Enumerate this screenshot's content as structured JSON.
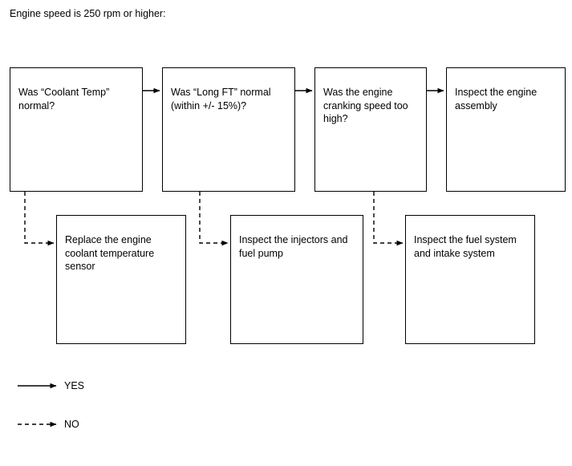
{
  "diagram": {
    "title": "Engine speed is 250 rpm or higher:",
    "type": "flowchart",
    "question_nodes": [
      {
        "id": "q1",
        "text": "Was “Coolant Temp” normal?"
      },
      {
        "id": "q2",
        "text": "Was “Long FT” normal (within +/- 15%)?"
      },
      {
        "id": "q3",
        "text": "Was the engine cranking speed too high?"
      }
    ],
    "terminal_nodes": [
      {
        "id": "t1",
        "text": "Inspect the engine assembly"
      }
    ],
    "action_nodes": [
      {
        "id": "a1",
        "text": "Replace the engine coolant temperature sensor"
      },
      {
        "id": "a2",
        "text": "Inspect the injectors and fuel pump"
      },
      {
        "id": "a3",
        "text": "Inspect the fuel system and intake system"
      }
    ],
    "legend": [
      {
        "id": "yes",
        "label": "YES",
        "style": "solid"
      },
      {
        "id": "no",
        "label": "NO",
        "style": "dashed"
      }
    ],
    "colors": {
      "stroke": "#000000",
      "background": "#ffffff",
      "text": "#000000"
    }
  }
}
